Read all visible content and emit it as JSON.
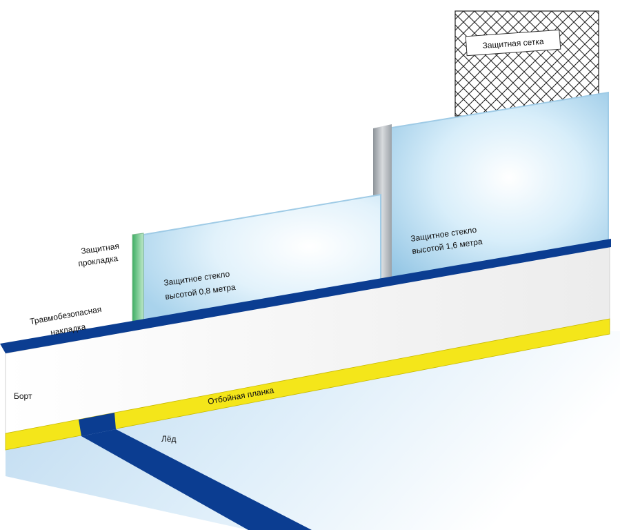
{
  "labels": {
    "net": "Защитная сетка",
    "glass_high_1": "Защитное стекло",
    "glass_high_2": "высотой 1,6 метра",
    "glass_low_1": "Защитное стекло",
    "glass_low_2": "высотой 0,8 метра",
    "pad_1": "Защитная",
    "pad_2": "прокладка",
    "cap_1": "Травмобезопасная",
    "cap_2": "накладка",
    "board": "Борт",
    "kickplate": "Отбойная планка",
    "ice": "Лёд"
  },
  "colors": {
    "cap_blue": "#0b3d91",
    "kick_yellow": "#f4e61a",
    "board_white": "#ffffff",
    "glass_light": "#eaf6fd",
    "glass_edge": "#9fcbe6",
    "pad_green": "#5fbf7a",
    "post_gray": "#a8adb3",
    "ice_blue": "#d3e8f7"
  }
}
